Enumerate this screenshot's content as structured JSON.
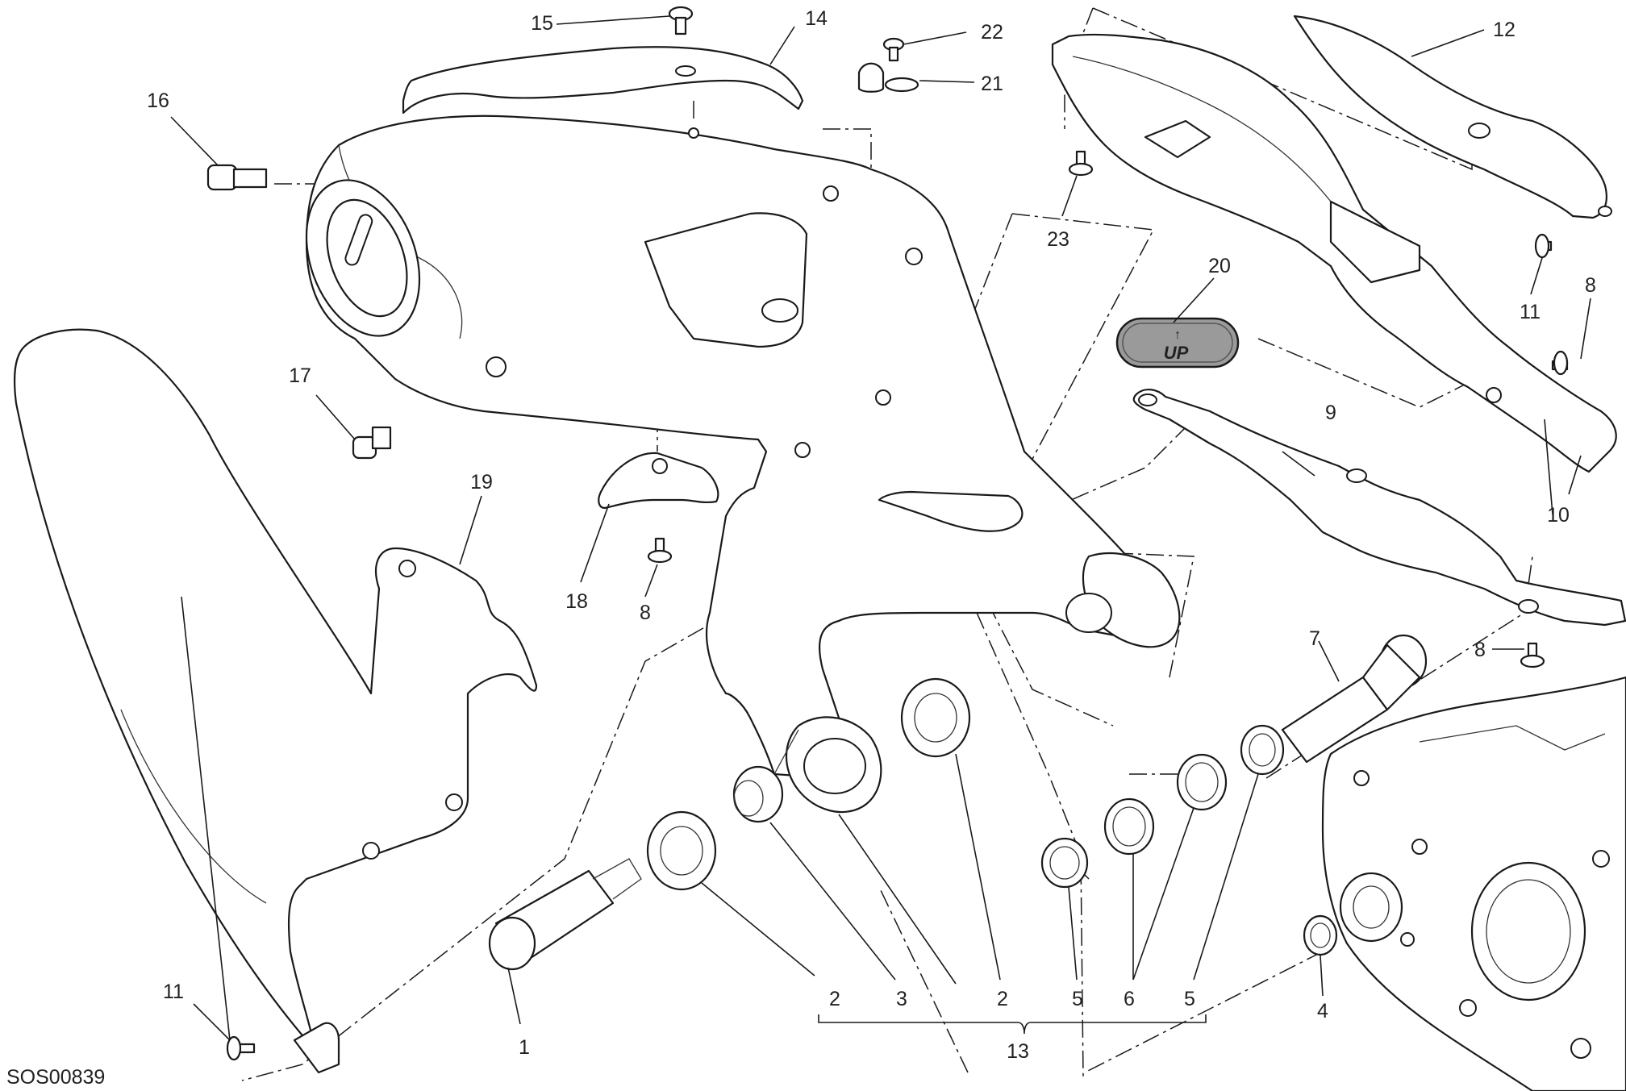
{
  "diagram": {
    "drawing_code": "SOS00839",
    "callouts": [
      {
        "id": "c1",
        "label": "1"
      },
      {
        "id": "c2a",
        "label": "2"
      },
      {
        "id": "c3",
        "label": "3"
      },
      {
        "id": "c2b",
        "label": "2"
      },
      {
        "id": "c5a",
        "label": "5"
      },
      {
        "id": "c6",
        "label": "6"
      },
      {
        "id": "c5b",
        "label": "5"
      },
      {
        "id": "c13",
        "label": "13"
      },
      {
        "id": "c4",
        "label": "4"
      },
      {
        "id": "c7",
        "label": "7"
      },
      {
        "id": "c8a",
        "label": "8"
      },
      {
        "id": "c8b",
        "label": "8"
      },
      {
        "id": "c8c",
        "label": "8"
      },
      {
        "id": "c9",
        "label": "9"
      },
      {
        "id": "c10",
        "label": "10"
      },
      {
        "id": "c11a",
        "label": "11"
      },
      {
        "id": "c11b",
        "label": "11"
      },
      {
        "id": "c12",
        "label": "12"
      },
      {
        "id": "c14",
        "label": "14"
      },
      {
        "id": "c15",
        "label": "15"
      },
      {
        "id": "c16",
        "label": "16"
      },
      {
        "id": "c17",
        "label": "17"
      },
      {
        "id": "c18",
        "label": "18"
      },
      {
        "id": "c19",
        "label": "19"
      },
      {
        "id": "c20",
        "label": "20"
      },
      {
        "id": "c21",
        "label": "21"
      },
      {
        "id": "c22",
        "label": "22"
      },
      {
        "id": "c23",
        "label": "23"
      }
    ],
    "plug_marking": {
      "arrow": "↑",
      "text": "UP"
    }
  }
}
